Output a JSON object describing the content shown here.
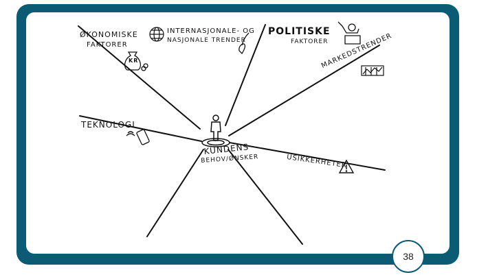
{
  "slide": {
    "page_number": "38",
    "center_label_line1": "KUNDENS",
    "center_label_line2": "BEHOV/ØNSKER",
    "factors": [
      {
        "label": "ØKONOMISKE",
        "label2": "FAKTORER",
        "icon": "money-bag-icon",
        "icon_text": "KR"
      },
      {
        "label": "INTERNASJONALE- OG",
        "label2": "NASJONALE TRENDER",
        "icon": "globe-icon"
      },
      {
        "label": "POLITISKE",
        "label2": "FAKTORER",
        "icon": "politician-icon"
      },
      {
        "label": "MARKEDSTRENDER",
        "icon": "trend-chart-icon"
      },
      {
        "label": "TEKNOLOGI",
        "icon": "smartphone-icon"
      },
      {
        "label": "USIKKERHETER",
        "icon": "warning-icon"
      }
    ],
    "colors": {
      "frame": "#0b5b74",
      "ink": "#111111",
      "background": "#ffffff"
    }
  }
}
